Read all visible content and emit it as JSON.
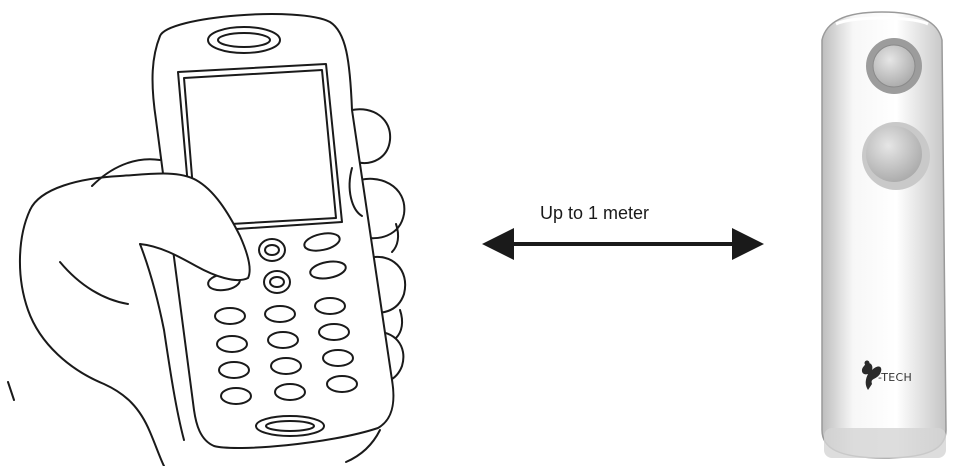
{
  "distance_label": "Up to 1 meter",
  "device_brand": "-TECH",
  "colors": {
    "line": "#1a1a1a",
    "device_body": "#f2f2f2",
    "device_shadow": "#cfcfcf"
  },
  "icons": [
    "hand-holding-phone-illustration",
    "double-headed-arrow",
    "remote-device-illustration"
  ]
}
